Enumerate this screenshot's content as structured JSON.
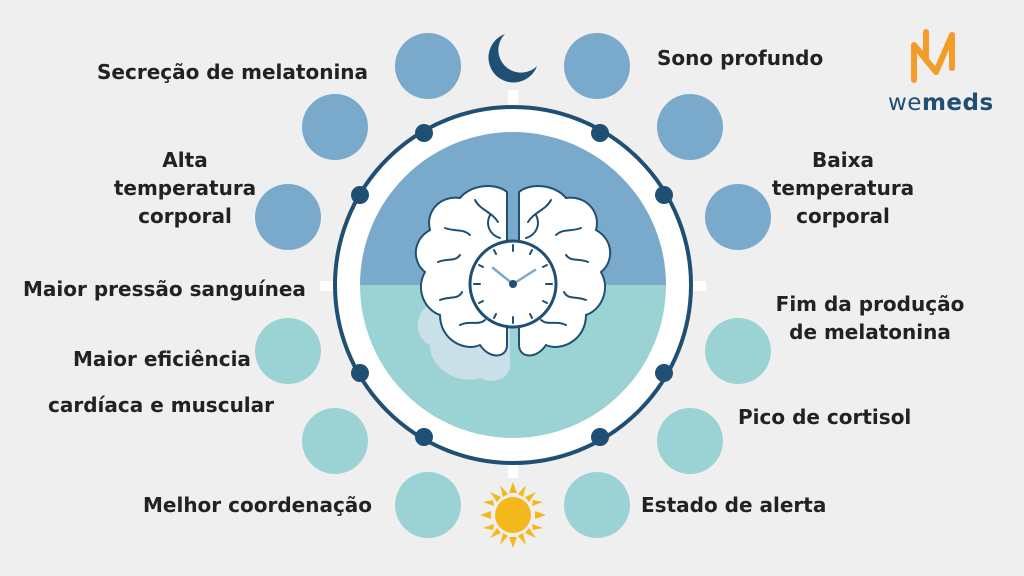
{
  "labels": {
    "secrecao_melatonina": "Secreção de melatonina",
    "alta_temp_1": "Alta",
    "alta_temp_2": "temperatura",
    "alta_temp_3": "corporal",
    "maior_pressao": "Maior pressão sanguínea",
    "maior_eficiencia_1": "Maior eficiência",
    "maior_eficiencia_2": "cardíaca e muscular",
    "melhor_coordenacao": "Melhor coordenação",
    "sono_profundo": "Sono profundo",
    "baixa_temp_1": "Baixa",
    "baixa_temp_2": "temperatura",
    "baixa_temp_3": "corporal",
    "fim_melatonina_1": "Fim da produção",
    "fim_melatonina_2": "de melatonina",
    "pico_cortisol": "Pico de cortisol",
    "estado_alerta": "Estado de alerta"
  },
  "logo": {
    "we": "we",
    "meds": "meds"
  },
  "icons": {
    "night": "moon-icon",
    "day": "sun-icon",
    "center": "brain-clock-icon",
    "logo": "wemeds-logo-icon"
  },
  "colors": {
    "night_blue": "#7aaacb",
    "day_teal": "#9bd3d4",
    "ring_navy": "#1f4f73",
    "sun_yellow": "#f5b81c",
    "logo_orange": "#f39c27",
    "background": "#efefef"
  }
}
